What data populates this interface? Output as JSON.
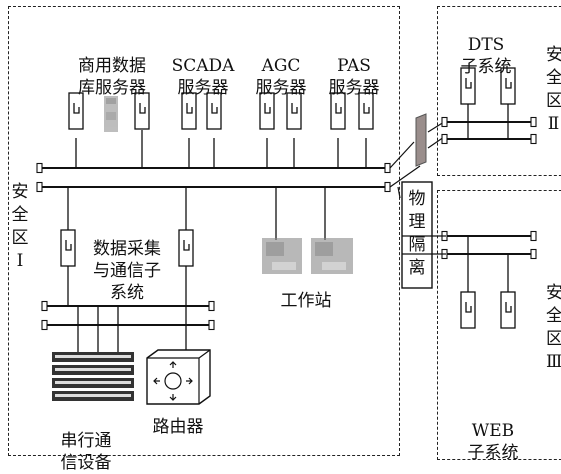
{
  "zone_main": {
    "label_chars": [
      "安",
      "全",
      "区",
      "Ⅰ"
    ],
    "servers": [
      {
        "line1": "商用数据",
        "line2": "库服务器"
      },
      {
        "line1": "SCADA",
        "line2": "服务器"
      },
      {
        "line1": "AGC",
        "line2": "服务器"
      },
      {
        "line1": "PAS",
        "line2": "服务器"
      }
    ],
    "acquisition": {
      "line1": "数据采集",
      "line2": "与通信子",
      "line3": "系统"
    },
    "workstation": "工作站",
    "serial": {
      "line1": "串行通",
      "line2": "信设备"
    },
    "router": "路由器"
  },
  "isolation": {
    "chars": [
      "物",
      "理",
      "隔",
      "离"
    ]
  },
  "zone_dts": {
    "title_line1": "DTS",
    "title_line2": "子系统",
    "label_chars": [
      "安",
      "全",
      "区",
      "Ⅱ"
    ]
  },
  "zone_web": {
    "title_line1": "WEB",
    "title_line2": "子系统",
    "label_chars": [
      "安",
      "全",
      "区",
      "Ⅲ"
    ]
  }
}
